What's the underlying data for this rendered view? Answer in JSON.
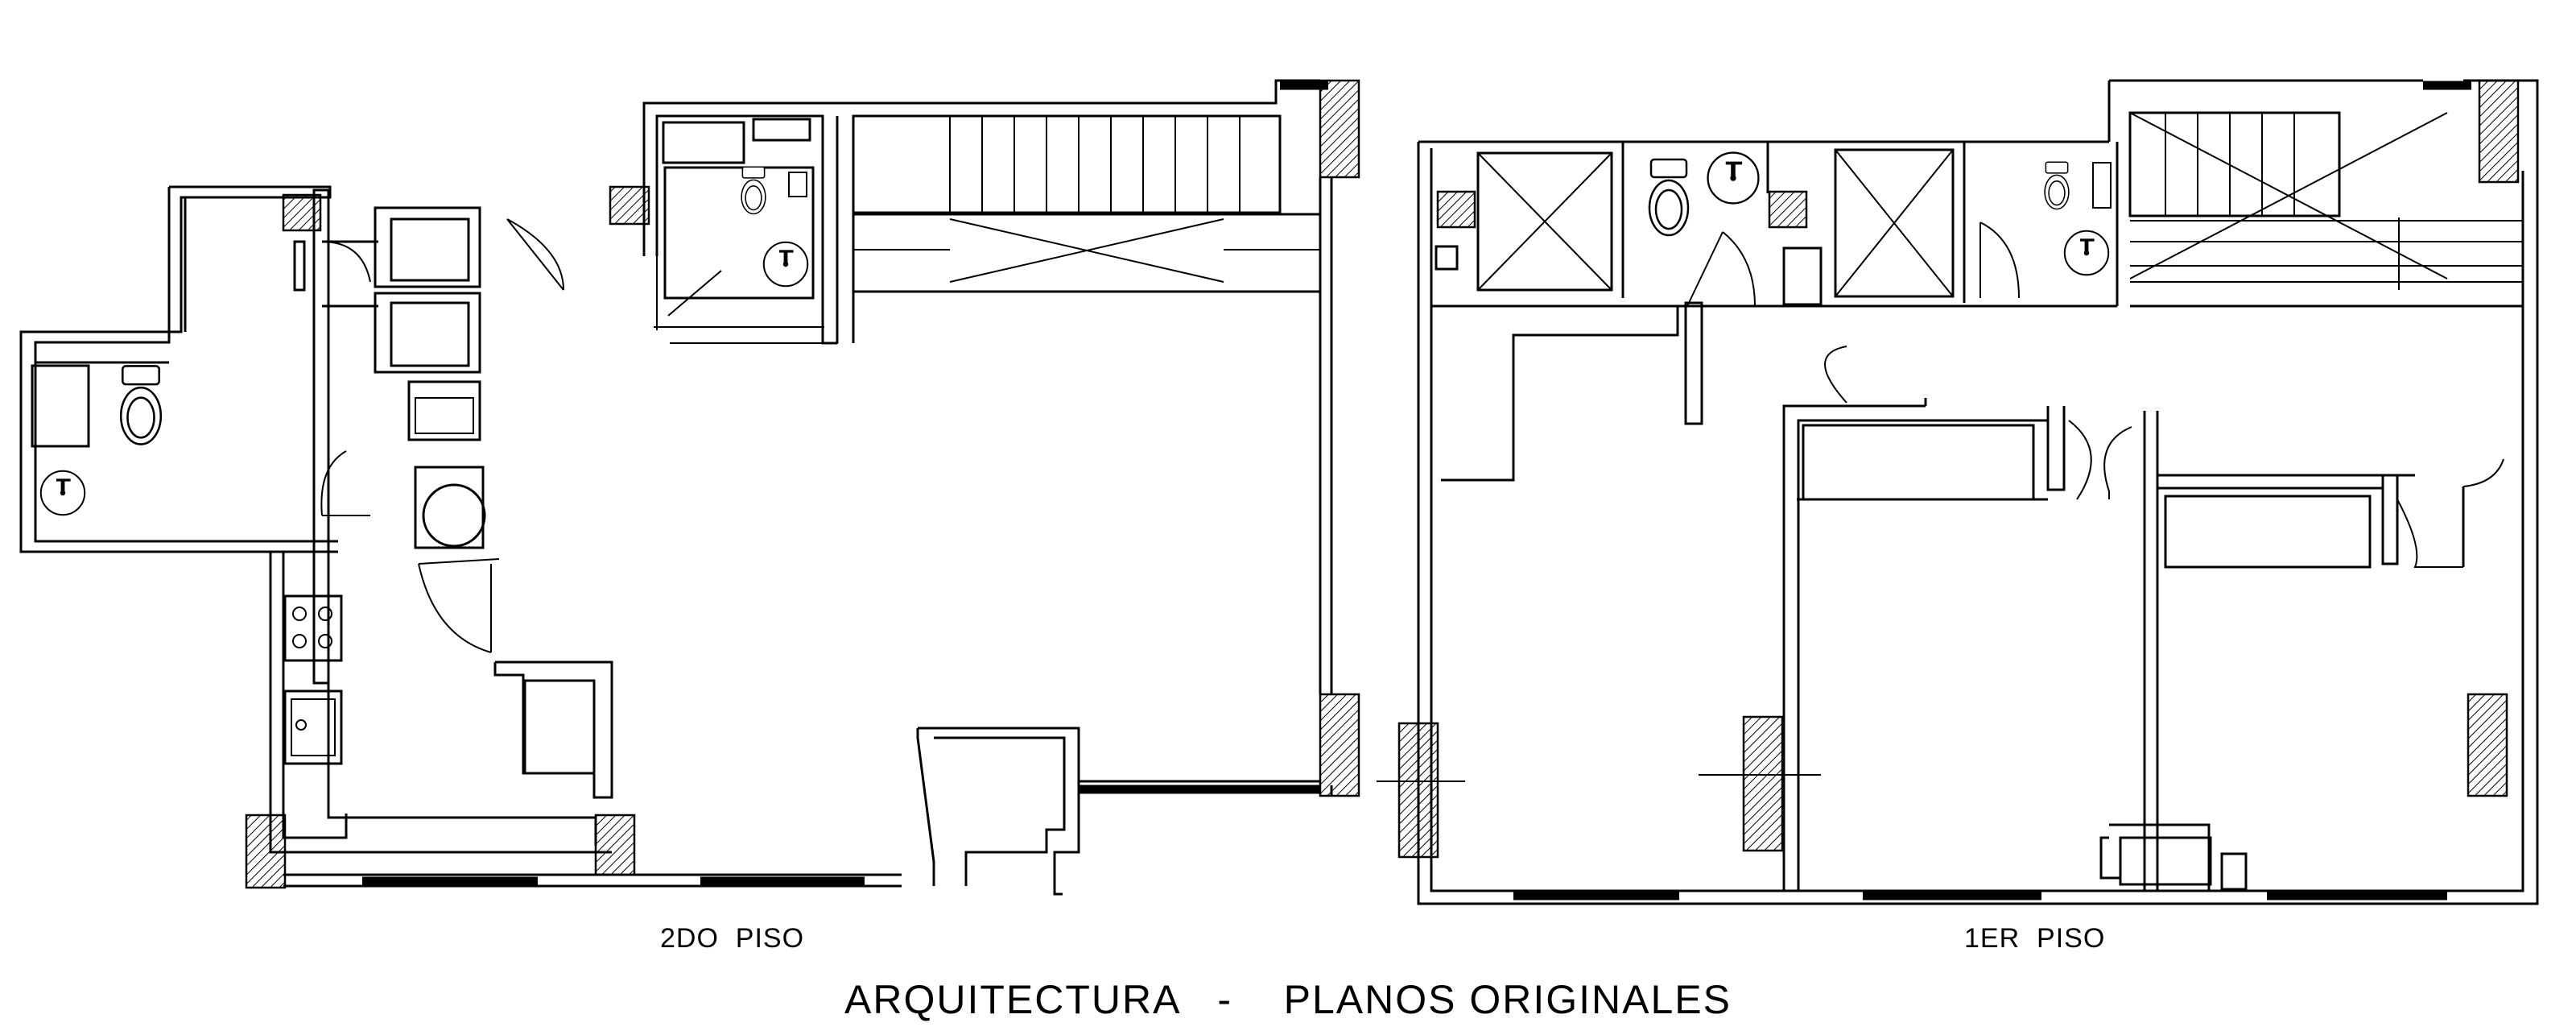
{
  "drawing": {
    "title": "ARQUITECTURA   -    PLANOS ORIGINALES",
    "plans": [
      {
        "id": "2do",
        "label": "2DO  PISO"
      },
      {
        "id": "1er",
        "label": "1ER  PISO"
      }
    ]
  },
  "icons": {
    "toilet": "toilet-icon",
    "sink": "sink-icon",
    "stove": "stove-icon",
    "kitchen_sink": "kitchen-sink-icon",
    "washer": "washing-machine-icon",
    "shower": "shower-tray-icon",
    "column": "hatched-column-icon",
    "stair": "stair-icon"
  },
  "colors": {
    "line": "#000000",
    "background": "#ffffff"
  }
}
